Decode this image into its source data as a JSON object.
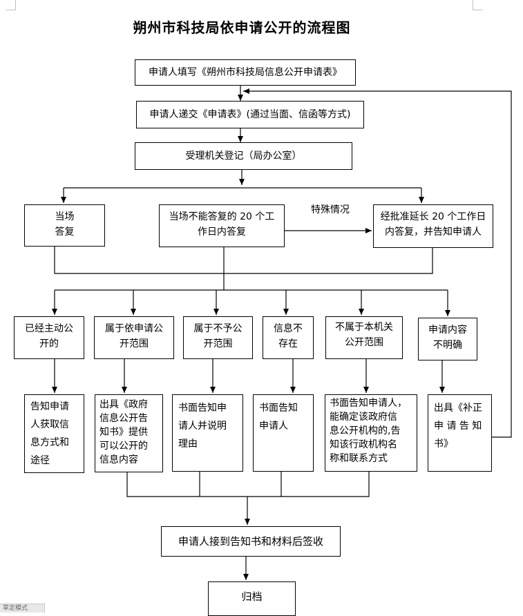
{
  "title": "朔州市科技局依申请公开的流程图",
  "nodes": {
    "fill_form": "申请人填写《朔州市科技局信息公开申请表》",
    "submit_form": "申请人递交《申请表》(通过当面、信函等方式)",
    "register": "受理机关登记（局办公室）",
    "reply_spot": "当场\n答复",
    "reply_20days": "当场不能答复的 20 个工\n作日内答复",
    "special_label": "特殊情况",
    "extend": "经批准延长 20 个工作日\n内答复，并告知申请人",
    "cat_public": "已经主动公\n开的",
    "cat_in_scope": "属于依申请公\n开范围",
    "cat_not_public": "属于不予公\n开范围",
    "cat_not_exist": "信息不\n存在",
    "cat_not_agency": "不属于本机关\n公开范围",
    "cat_unclear": "申请内容\n不明确",
    "res_public": "告知申请\n人获取信\n息方式和\n途径",
    "res_in_scope": "出具《政府\n信息公开告\n知书》提供\n可以公开的\n信息内容",
    "res_not_public": "书面告知申\n请人并说明\n理由",
    "res_not_exist": "书面告知\n申请人",
    "res_not_agency": "书面告知申请人，\n能确定该政府信\n息公开机构的,告\n知该行政机构名\n称和联系方式",
    "res_unclear": "出具《补正\n申 请 告 知\n书》",
    "receive": "申请人接到告知书和材料后签收",
    "archive": "归档"
  },
  "status_text": "草定模式"
}
